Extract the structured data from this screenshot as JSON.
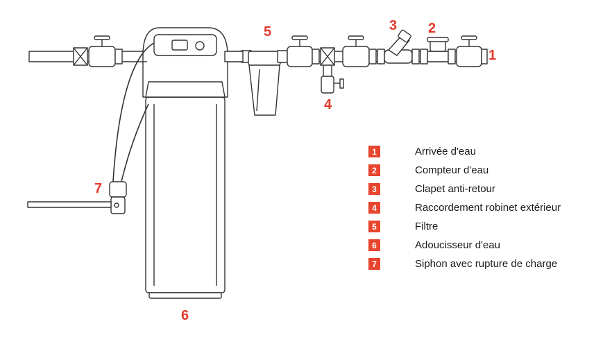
{
  "callouts": [
    "1",
    "2",
    "3",
    "4",
    "5",
    "6",
    "7"
  ],
  "legend": [
    {
      "num": "1",
      "label": "Arrivée d'eau"
    },
    {
      "num": "2",
      "label": "Compteur d'eau"
    },
    {
      "num": "3",
      "label": "Clapet anti-retour"
    },
    {
      "num": "4",
      "label": "Raccordement robinet extérieur"
    },
    {
      "num": "5",
      "label": "Filtre"
    },
    {
      "num": "6",
      "label": "Adoucisseur d'eau"
    },
    {
      "num": "7",
      "label": "Siphon avec rupture de charge"
    }
  ],
  "colors": {
    "accent": "#e23a2b",
    "badge": "#e8452e",
    "line": "#333333"
  }
}
